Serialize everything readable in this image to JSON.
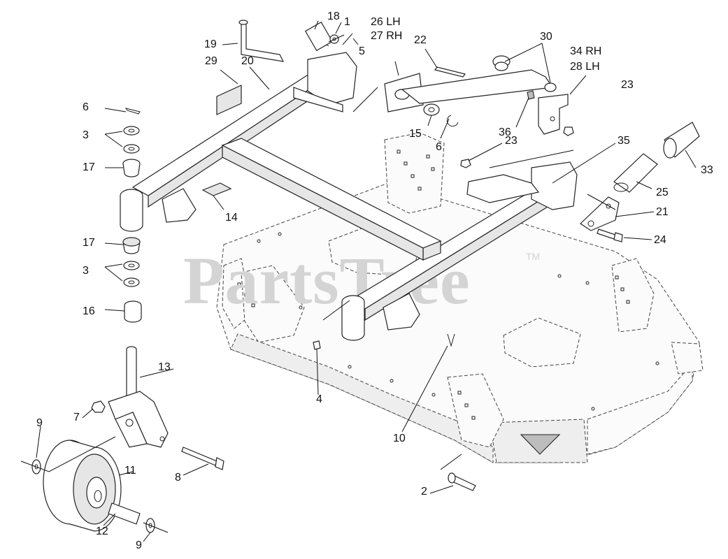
{
  "watermark": {
    "text": "PartsTree",
    "trademark": "TM"
  },
  "callouts": {
    "c18": "18",
    "c1": "1",
    "c5": "5",
    "c26": "26 LH",
    "c27": "27 RH",
    "c22": "22",
    "c30": "30",
    "c34": "34 RH",
    "c28": "28 LH",
    "c19": "19",
    "c29": "29",
    "c20": "20",
    "c23a": "23",
    "c6a": "6",
    "c3a": "3",
    "c15": "15",
    "c6b": "6",
    "c36": "36",
    "c17a": "17",
    "c23b": "23",
    "c35": "35",
    "c33": "33",
    "c25": "25",
    "c14": "14",
    "c21": "21",
    "c24": "24",
    "c17b": "17",
    "c3b": "3",
    "c16": "16",
    "c13": "13",
    "c4": "4",
    "c10": "10",
    "c7": "7",
    "c9a": "9",
    "c11": "11",
    "c8": "8",
    "c2": "2",
    "c12": "12",
    "c9b": "9"
  }
}
